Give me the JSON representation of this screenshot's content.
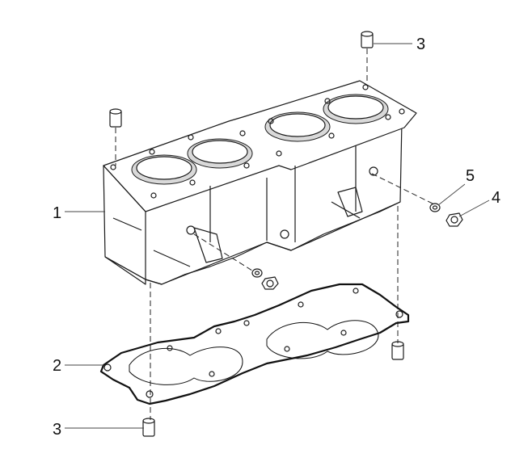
{
  "diagram": {
    "callouts": [
      {
        "id": "cylinder-block",
        "label": "1"
      },
      {
        "id": "cylinder-gasket",
        "label": "2"
      },
      {
        "id": "dowel-top",
        "label": "3"
      },
      {
        "id": "dowel-bottom",
        "label": "3"
      },
      {
        "id": "bolt",
        "label": "4"
      },
      {
        "id": "washer",
        "label": "5"
      }
    ]
  }
}
